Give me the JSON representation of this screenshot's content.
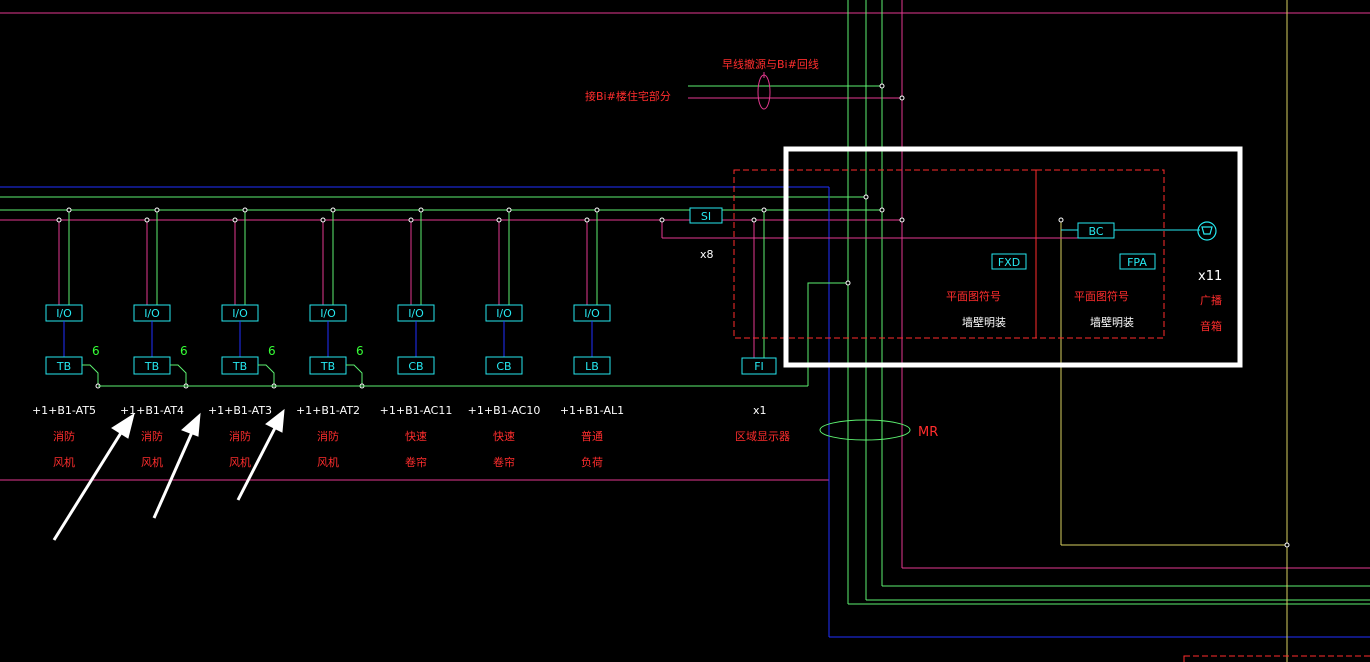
{
  "colors": {
    "background": "#000000",
    "magenta": "#e4388f",
    "green": "#5cf070",
    "cyan": "#2fd7e0",
    "blue": "#2030ff",
    "yellow": "#d8d060",
    "red": "#ff2d2d",
    "white": "#ffffff",
    "box_outline": "#ffffff"
  },
  "top_notes": {
    "bus_note": "早线撤源与Bi#回线",
    "link_note": "接Bi#楼住宅部分"
  },
  "modules": [
    {
      "io": "I/O",
      "tb": "TB",
      "tag": "+1+B1-AT5",
      "desc1": "消防",
      "desc2": "风机",
      "count": "6"
    },
    {
      "io": "I/O",
      "tb": "TB",
      "tag": "+1+B1-AT4",
      "desc1": "消防",
      "desc2": "风机",
      "count": "6"
    },
    {
      "io": "I/O",
      "tb": "TB",
      "tag": "+1+B1-AT3",
      "desc1": "消防",
      "desc2": "风机",
      "count": "6"
    },
    {
      "io": "I/O",
      "tb": "TB",
      "tag": "+1+B1-AT2",
      "desc1": "消防",
      "desc2": "风机",
      "count": "6"
    },
    {
      "io": "I/O",
      "tb": "CB",
      "tag": "+1+B1-AC11",
      "desc1": "快速",
      "desc2": "卷帘",
      "count": ""
    },
    {
      "io": "I/O",
      "tb": "CB",
      "tag": "+1+B1-AC10",
      "desc1": "快速",
      "desc2": "卷帘",
      "count": ""
    },
    {
      "io": "I/O",
      "tb": "LB",
      "tag": "+1+B1-AL1",
      "desc1": "普通",
      "desc2": "负荷",
      "count": ""
    }
  ],
  "si_box": {
    "label": "SI",
    "multiplier": "x8"
  },
  "fi_box": {
    "label": "FI",
    "multiplier": "x1",
    "desc": "区域显示器"
  },
  "mr_label": "MR",
  "panel_left": {
    "box": "FXD",
    "title": "平面图符号",
    "note": "墙壁明装"
  },
  "panel_right": {
    "box": "FPA",
    "bc": "BC",
    "title": "平面图符号",
    "note": "墙壁明装"
  },
  "speaker": {
    "count": "x11",
    "desc1": "广播",
    "desc2": "音箱"
  }
}
